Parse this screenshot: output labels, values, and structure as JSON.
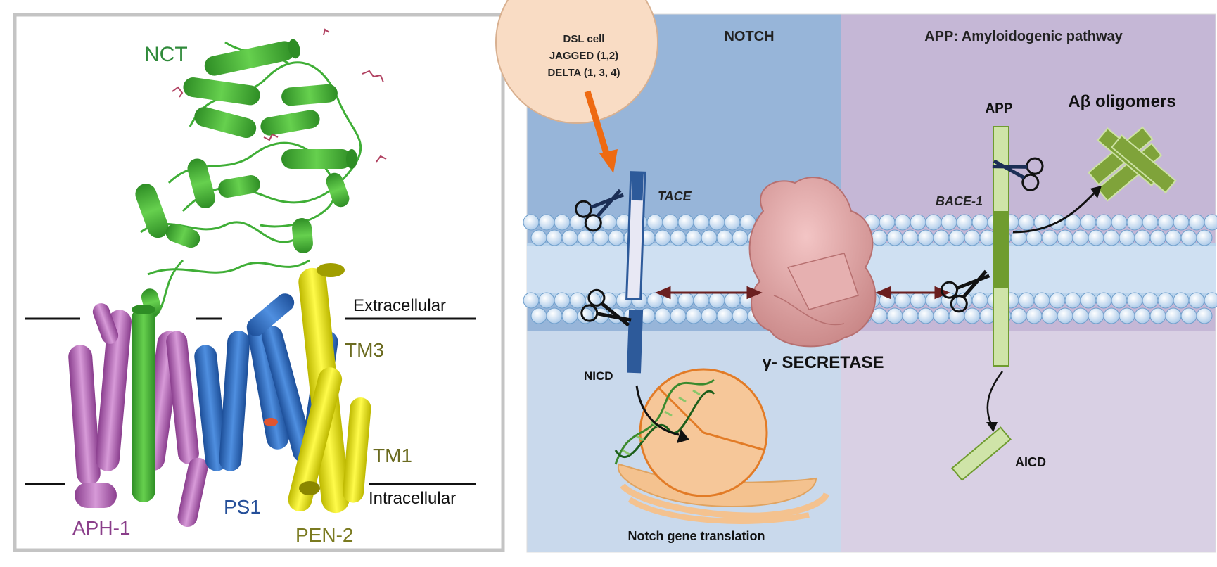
{
  "left_panel": {
    "labels": {
      "nct": "NCT",
      "extracellular": "Extracellular",
      "intracellular": "Intracellular",
      "tm3": "TM3",
      "tm1": "TM1",
      "aph1": "APH-1",
      "ps1": "PS1",
      "pen2": "PEN-2"
    },
    "colors": {
      "nct": "#3cb034",
      "aph1": "#b565b8",
      "ps1": "#2a5ea8",
      "pen2": "#e6e200",
      "tm_text": "#6b6b20",
      "nct_text": "#2f8a3a",
      "aph1_text": "#8a3e8a",
      "ps1_text": "#254f99",
      "pen2_text": "#7a7a20"
    }
  },
  "right_panel": {
    "dsl_lines": [
      "DSL cell",
      "JAGGED (1,2)",
      "DELTA (1, 3, 4)"
    ],
    "notch_title": "NOTCH",
    "app_title": "APP: Amyloidogenic pathway",
    "tace": "TACE",
    "app_label": "APP",
    "abeta": "Aβ oligomers",
    "bace": "BACE-1",
    "secretase": "γ- SECRETASE",
    "nicd": "NICD",
    "notch_gene": "Notch gene translation",
    "aicd": "AICD",
    "colors": {
      "notch_bg": "#97b5d9",
      "notch_lower_bg": "#c9d9ec",
      "app_bg": "#c5b7d6",
      "app_lower_bg": "#d9d0e4",
      "membrane": "#b9d3ec",
      "dsl_cell": "#f9dcc4",
      "arrow_orange": "#ee6a12",
      "app_green": "#6f9c2f",
      "secretase": "#e0a0a0",
      "nucleus": "#f4c28f"
    }
  }
}
